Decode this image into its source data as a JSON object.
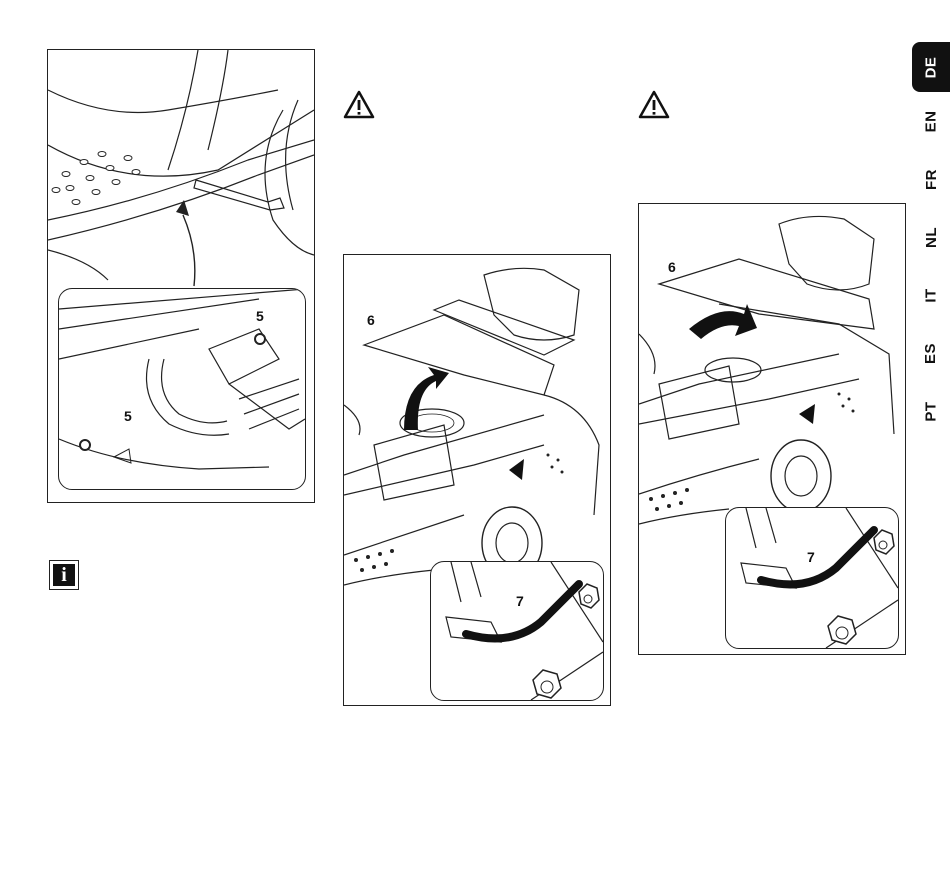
{
  "figures": {
    "fig1": {
      "callouts": [
        "5",
        "5"
      ]
    },
    "fig2": {
      "callouts": [
        "6",
        "7"
      ]
    },
    "fig3": {
      "callouts": [
        "6",
        "7"
      ]
    }
  },
  "language_tabs": [
    {
      "code": "DE",
      "active": true
    },
    {
      "code": "EN",
      "active": false
    },
    {
      "code": "FR",
      "active": false
    },
    {
      "code": "NL",
      "active": false
    },
    {
      "code": "IT",
      "active": false
    },
    {
      "code": "ES",
      "active": false
    },
    {
      "code": "PT",
      "active": false
    }
  ],
  "icons": {
    "warning": "warning-triangle-icon",
    "info": "info-icon",
    "info_glyph": "i"
  }
}
